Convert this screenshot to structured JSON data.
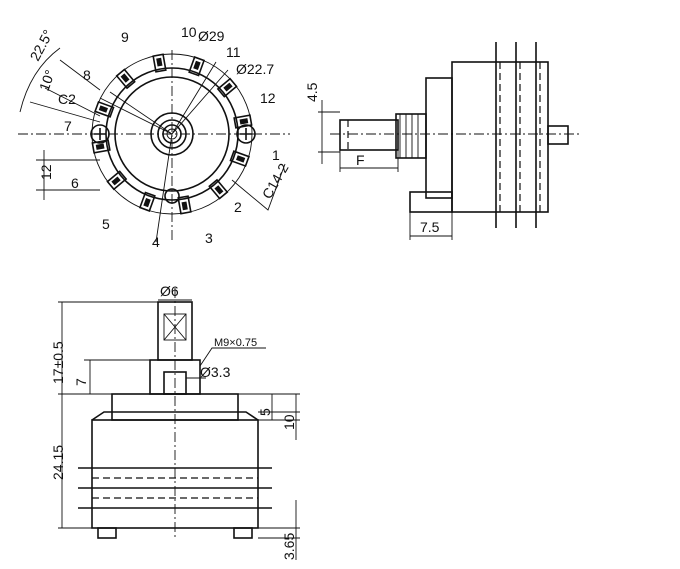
{
  "front_view": {
    "dimensions": {
      "angle_22_5": "22.5°",
      "angle_10": "10°",
      "dia_29": "Ø29",
      "dia_22_7": "Ø22.7",
      "height_12": "12",
      "c2": "C2",
      "c14_2": "C14-2"
    },
    "terminals": [
      "1",
      "2",
      "3",
      "4",
      "5",
      "6",
      "7",
      "8",
      "9",
      "10",
      "11",
      "12"
    ]
  },
  "side_view": {
    "dimensions": {
      "dim_4_5": "4.5",
      "dim_f": "F",
      "dim_7_5": "7.5"
    }
  },
  "bottom_view": {
    "dimensions": {
      "dia_6": "Ø6",
      "thread": "M9×0.75",
      "dia_3_3": "Ø3.3",
      "dim_17": "17±0.5",
      "dim_7": "7",
      "dim_5": "5",
      "dim_10": "10",
      "dim_24_15": "24.15",
      "dim_3_65": "3.65"
    }
  }
}
